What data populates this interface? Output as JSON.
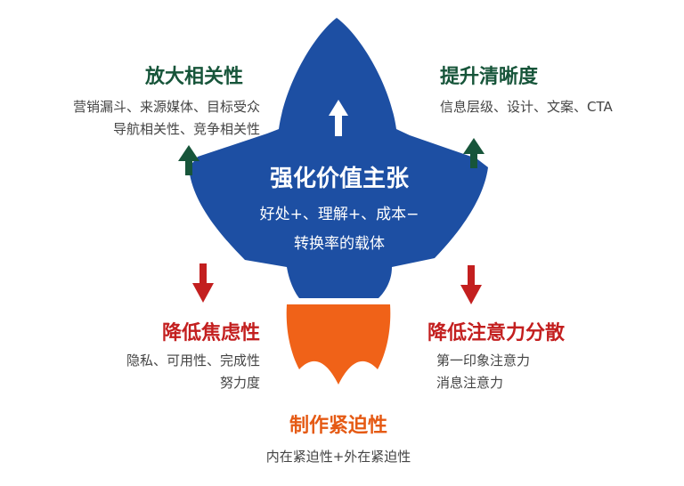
{
  "colors": {
    "rocket_blue": "#1d4fa3",
    "flame_orange": "#f06218",
    "green": "#17553a",
    "red": "#c31f1f",
    "orange_text": "#e55a14"
  },
  "rocket": {
    "title": "强化价值主张",
    "line1": "好处+、理解+、成本−",
    "line2": "转换率的载体",
    "icon": "up-arrow-icon"
  },
  "top_left": {
    "heading": "放大相关性",
    "line1": "营销漏斗、来源媒体、目标受众",
    "line2": "导航相关性、竞争相关性",
    "icon": "up-arrow-icon"
  },
  "top_right": {
    "heading": "提升清晰度",
    "line1": "信息层级、设计、文案、CTA",
    "icon": "up-arrow-icon"
  },
  "bottom_left": {
    "heading": "降低焦虑性",
    "line1": "隐私、可用性、完成性",
    "line2": "努力度",
    "icon": "down-arrow-icon"
  },
  "bottom_right": {
    "heading": "降低注意力分散",
    "line1": "第一印象注意力",
    "line2": "消息注意力",
    "icon": "down-arrow-icon"
  },
  "bottom": {
    "heading": "制作紧迫性",
    "line1": "内在紧迫性+外在紧迫性"
  }
}
